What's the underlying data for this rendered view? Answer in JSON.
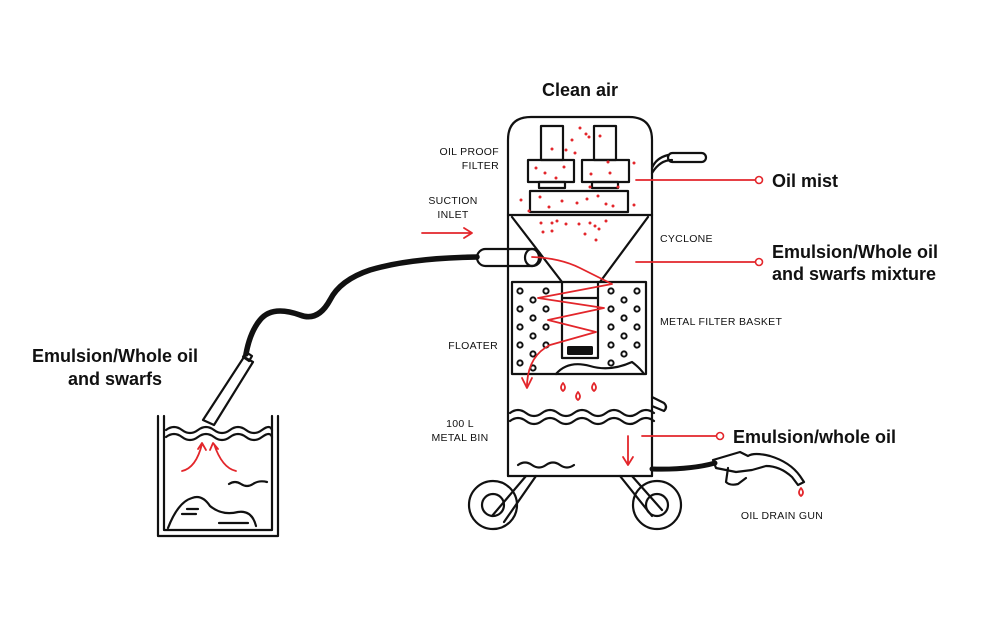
{
  "diagram": {
    "title": "Clean air",
    "colors": {
      "line": "#111111",
      "accent": "#e3262b",
      "background": "#ffffff"
    },
    "component_labels": {
      "oil_proof_filter": [
        "OIL PROOF",
        "FILTER"
      ],
      "suction_inlet": [
        "SUCTION",
        "INLET"
      ],
      "cyclone": "CYCLONE",
      "metal_filter_basket": "METAL FILTER BASKET",
      "floater": "FLOATER",
      "metal_bin": [
        "100 L",
        "METAL BIN"
      ],
      "oil_drain_gun": "OIL DRAIN GUN"
    },
    "callouts": {
      "oil_mist": "Oil mist",
      "mixture": [
        "Emulsion/Whole oil",
        "and swarfs mixture"
      ],
      "whole_oil": "Emulsion/whole oil"
    },
    "source_label": [
      "Emulsion/Whole oil",
      "and swarfs"
    ]
  }
}
